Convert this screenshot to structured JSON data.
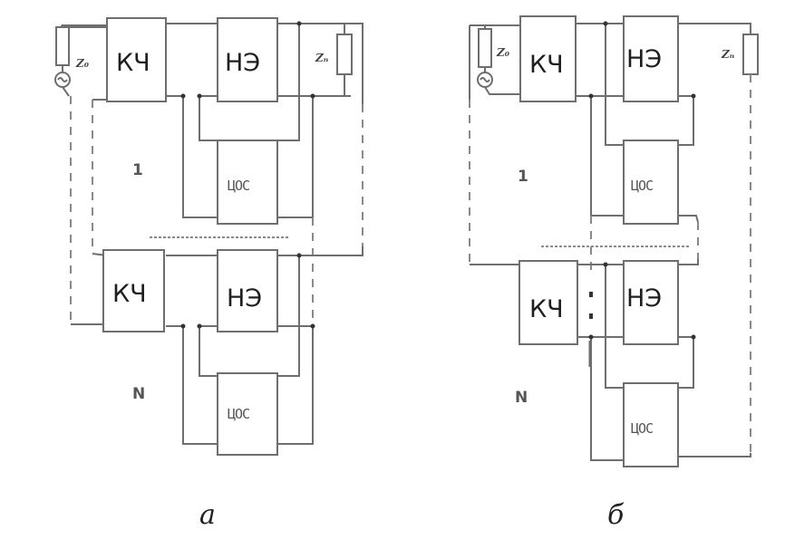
{
  "figure": {
    "panel_a": {
      "caption": "а",
      "source_label": "Z₀",
      "load_label": "Zₙ",
      "stage_1": {
        "index_label": "1",
        "kch_label": "КЧ",
        "ne_label": "НЭ",
        "tsos_label": "ЦОС"
      },
      "stage_n": {
        "index_label": "N",
        "kch_label": "КЧ",
        "ne_label": "НЭ",
        "tsos_label": "ЦОС"
      }
    },
    "panel_b": {
      "caption": "б",
      "source_label": "Z₀",
      "load_label": "Zₙ",
      "stage_1": {
        "index_label": "1",
        "kch_label": "КЧ",
        "ne_label": "НЭ",
        "tsos_label": "ЦОС"
      },
      "stage_n": {
        "index_label": "N",
        "kch_label": "КЧ",
        "ne_label": "НЭ",
        "tsos_label": "ЦОС"
      }
    }
  }
}
